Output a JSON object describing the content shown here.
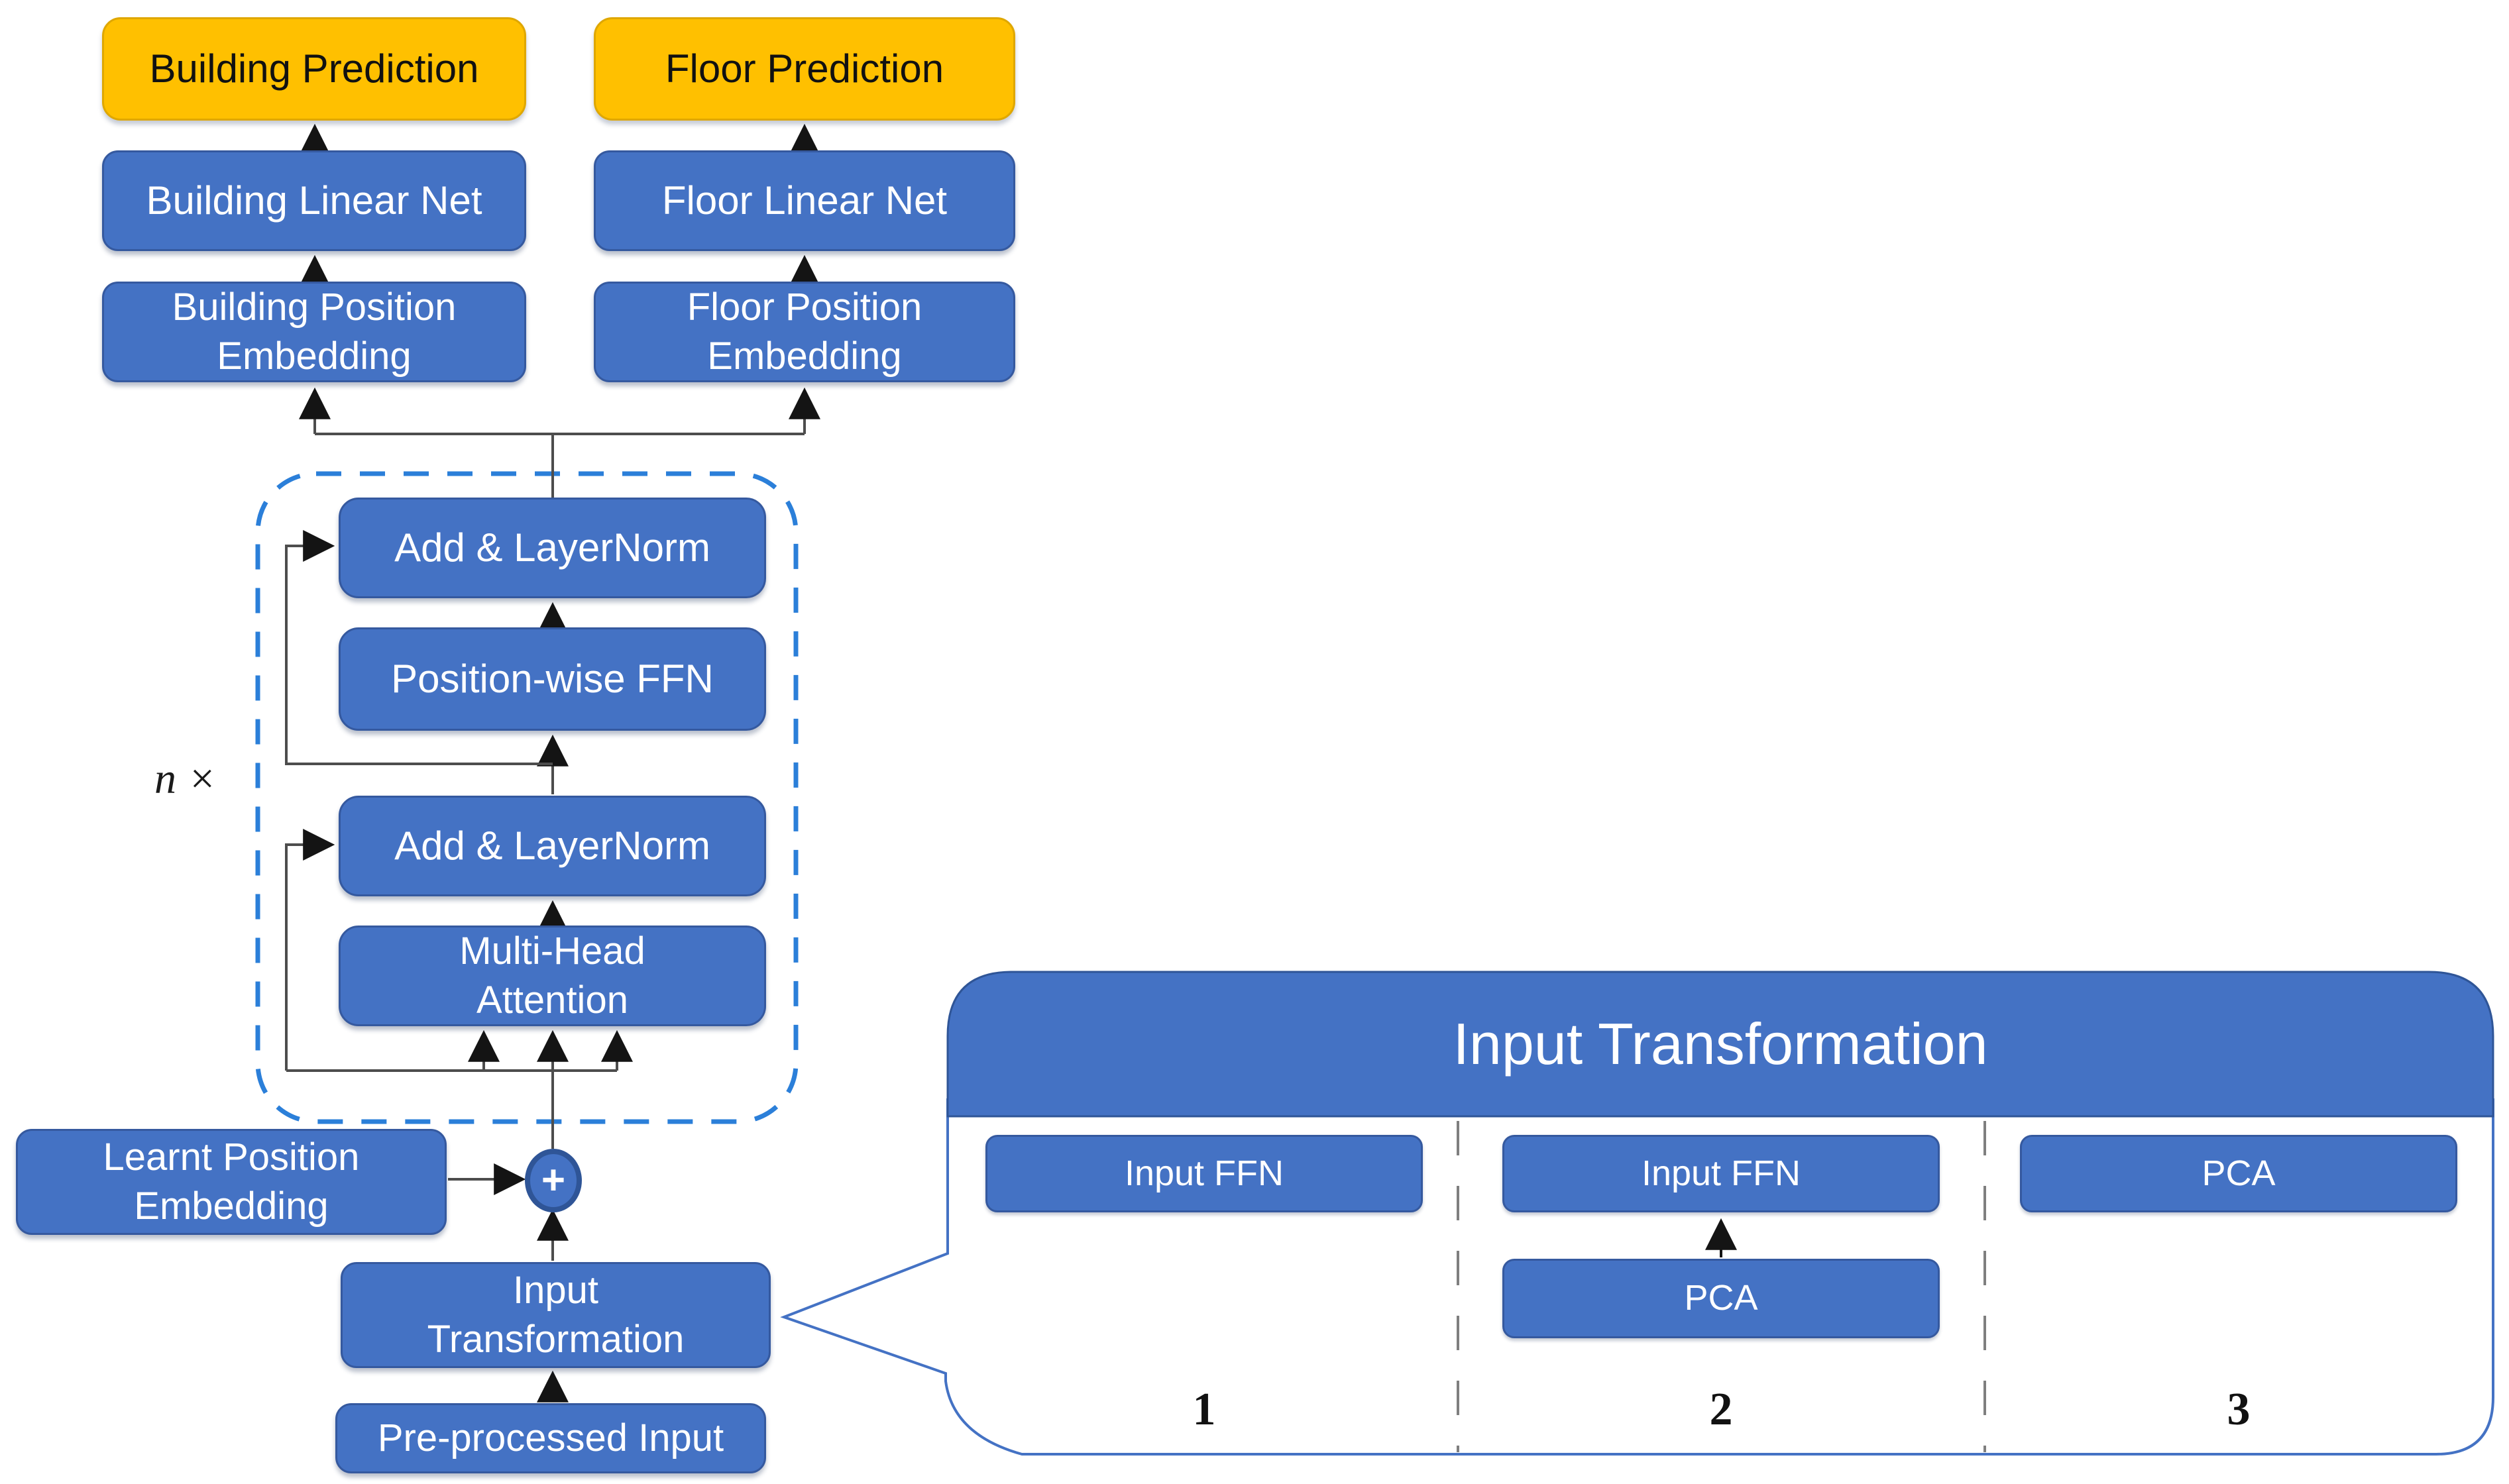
{
  "colors": {
    "box_blue": "#4472C4",
    "box_blue_border": "#2F5597",
    "box_orange": "#FFC000",
    "encoder_dashed_outline": "#2b7fd9",
    "connector_line": "#4d4d4d",
    "arrowhead": "#141414",
    "callout_outline": "#4472C4",
    "divider_gray": "#7f7f7f",
    "text_on_blue": "#ffffff",
    "text_on_orange": "#111111"
  },
  "main": {
    "building_prediction": "Building Prediction",
    "floor_prediction": "Floor Prediction",
    "building_linear_net": "Building Linear Net",
    "floor_linear_net": "Floor Linear Net",
    "building_position_embedding": "Building Position\nEmbedding",
    "floor_position_embedding": "Floor Position\nEmbedding",
    "encoder": {
      "add_layernorm_top": "Add & LayerNorm",
      "position_wise_ffn": "Position-wise FFN",
      "add_layernorm_bottom": "Add & LayerNorm",
      "multi_head_attention": "Multi-Head\nAttention",
      "repeat_label": "n ×"
    },
    "learnt_position_embedding": "Learnt Position\nEmbedding",
    "add_symbol": "+",
    "input_transformation": "Input\nTransformation",
    "pre_processed_input": "Pre-processed Input"
  },
  "callout": {
    "title": "Input Transformation",
    "options": [
      {
        "number": "1",
        "boxes": [
          "Input FFN"
        ]
      },
      {
        "number": "2",
        "boxes": [
          "Input FFN",
          "PCA"
        ]
      },
      {
        "number": "3",
        "boxes": [
          "PCA"
        ]
      }
    ]
  }
}
